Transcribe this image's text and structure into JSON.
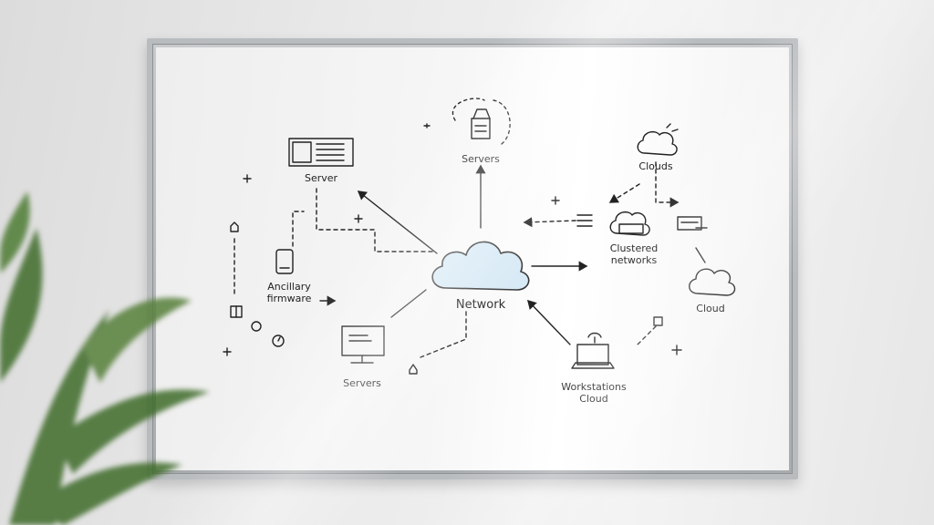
{
  "labels": {
    "server_top_left": "Server",
    "servers_top": "Servers",
    "clouds_top_right": "Clouds",
    "network_center": "Network",
    "clustered_line1": "Clustered",
    "clustered_line2": "networks",
    "cloud_right": "Cloud",
    "ancillary_line1": "Ancillary",
    "ancillary_line2": "firmware",
    "servers_bottom": "Servers",
    "workstations_line1": "Workstations",
    "workstations_line2": "Cloud"
  },
  "colors": {
    "ink": "#222222",
    "cloud_fill": "#d6e9f5",
    "frame": "#b9bcbf"
  },
  "icons": [
    "server-rack-icon",
    "server-shield-icon",
    "cloud-icon",
    "network-cloud-icon",
    "cloud-server-icon",
    "phone-icon",
    "monitor-icon",
    "laptop-icon",
    "cloud-small-icon"
  ]
}
